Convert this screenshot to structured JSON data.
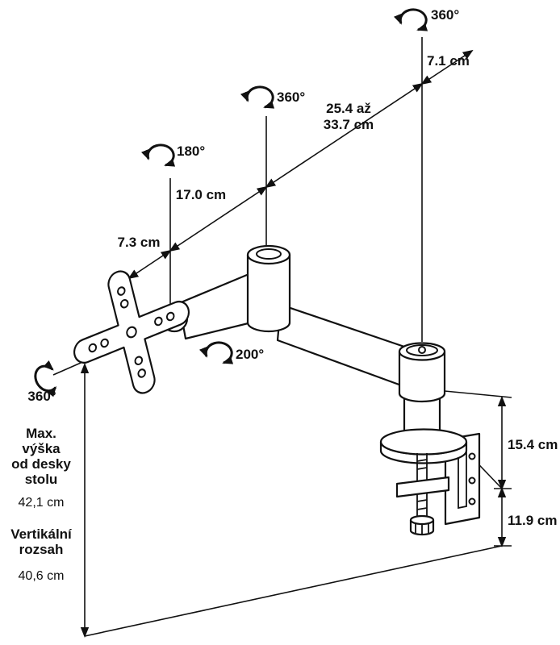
{
  "figure": {
    "background_color": "#ffffff",
    "line_color": "#111111",
    "rotations": {
      "pole_top": "360°",
      "elbow": "360°",
      "tilt": "180°",
      "joint_swivel": "200°",
      "plate_spin": "360°"
    },
    "dimensions": {
      "end_depth": "7.1 cm",
      "reach_line1": "25.4 až",
      "reach_line2": "33.7 cm",
      "arm_segment": "17.0 cm",
      "plate_depth": "7.3 cm",
      "above_desk": "15.4 cm",
      "below_desk": "11.9 cm"
    },
    "left_text": {
      "max_label": [
        "Max.",
        "výška",
        "od desky",
        "stolu"
      ],
      "max_value": "42,1 cm",
      "range_label": [
        "Vertikální",
        "rozsah"
      ],
      "range_value": "40,6 cm"
    }
  }
}
